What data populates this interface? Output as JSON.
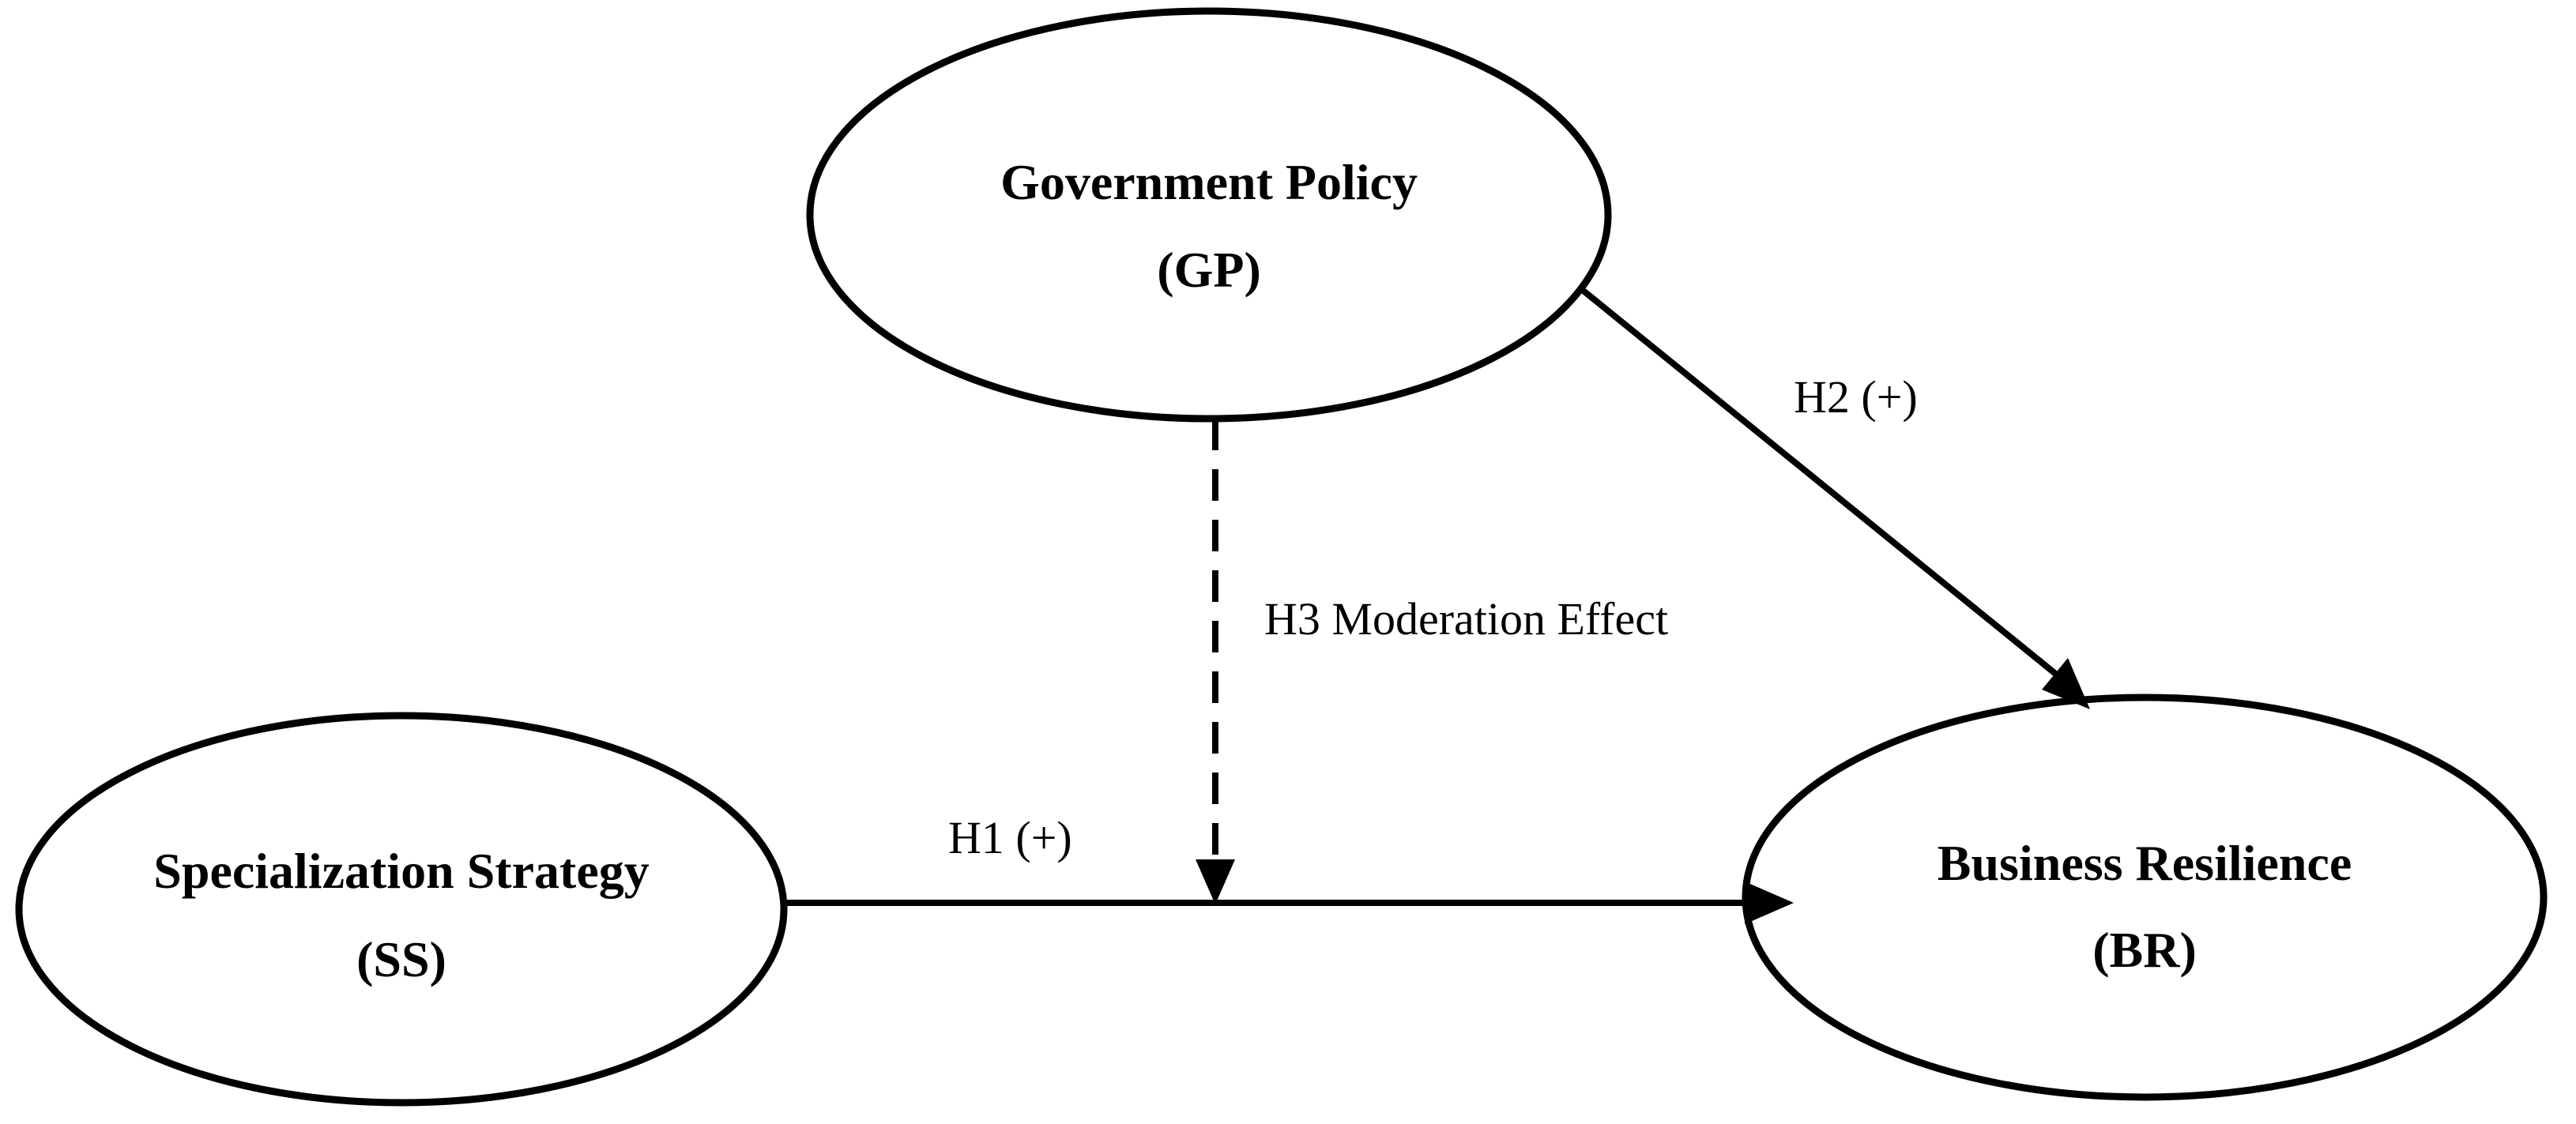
{
  "nodes": {
    "government_policy": {
      "name": "Government Policy",
      "abbr": "(GP)"
    },
    "specialization_strategy": {
      "name": "Specialization Strategy",
      "abbr": "(SS)"
    },
    "business_resilience": {
      "name": "Business Resilience",
      "abbr": "(BR)"
    }
  },
  "edges": {
    "h1": {
      "label": "H1 (+)",
      "from": "specialization_strategy",
      "to": "business_resilience",
      "style": "solid"
    },
    "h2": {
      "label": "H2 (+)",
      "from": "government_policy",
      "to": "business_resilience",
      "style": "solid"
    },
    "h3": {
      "label": "H3 Moderation Effect",
      "from": "government_policy",
      "to": "h1",
      "style": "dashed"
    }
  },
  "colors": {
    "stroke": "#000000",
    "background": "#ffffff"
  }
}
